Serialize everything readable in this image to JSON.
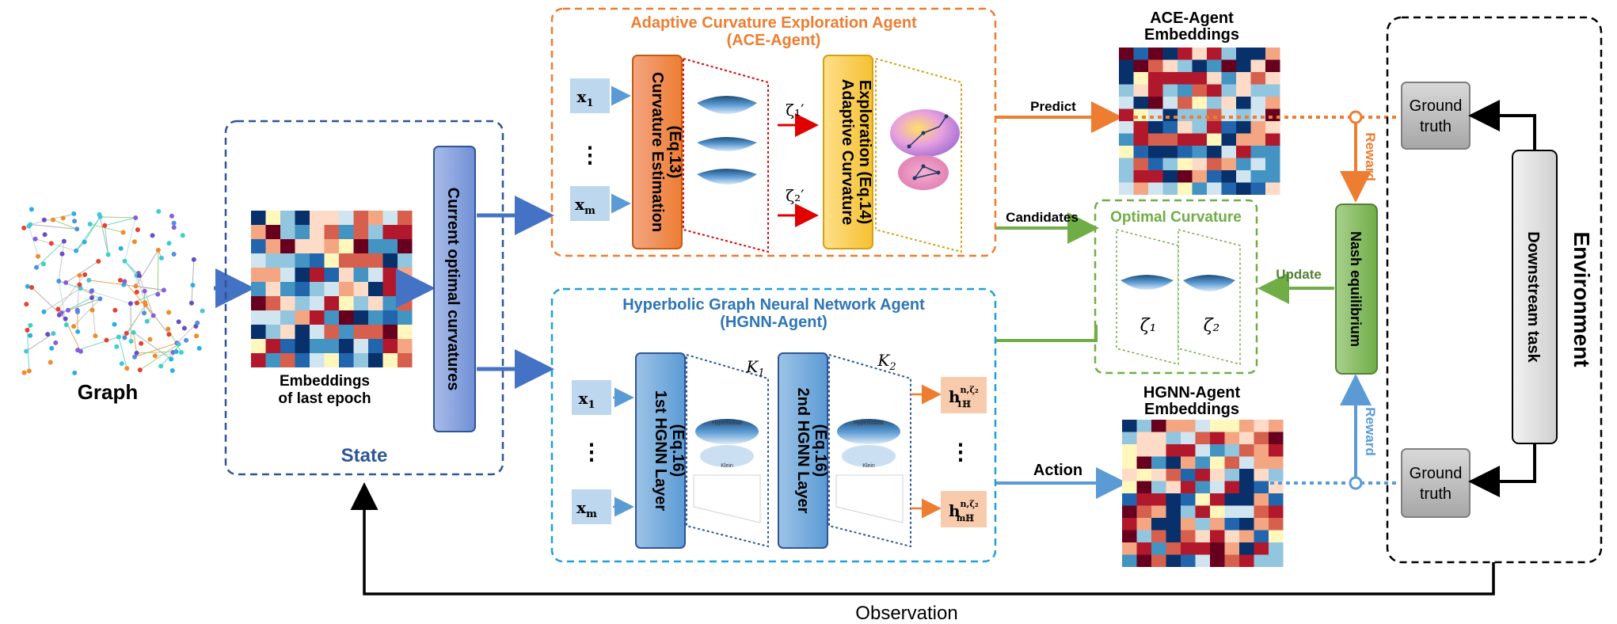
{
  "graph": {
    "label": "Graph"
  },
  "state": {
    "title": "State",
    "embeddings_label_1": "Embeddings",
    "embeddings_label_2": "of last epoch",
    "current_curvatures": "Current optimal curvatures"
  },
  "ace": {
    "title_1": "Adaptive Curvature Exploration Agent",
    "title_2": "(ACE-Agent)",
    "x1_main": "x",
    "x1_sub": "1",
    "xm_main": "x",
    "xm_sub": "m",
    "dots": "⋮",
    "curvature_estimation_1": "Curvature Estimation",
    "curvature_estimation_2": "(Eq.13)",
    "zeta1_label": "ζ₁′",
    "zeta2_label": "ζ₂′",
    "adaptive_exploration_1": "Adaptive Curvature",
    "adaptive_exploration_2": "Exploration (Eq.14)"
  },
  "hgnn": {
    "title_1": "Hyperbolic Graph Neural Network Agent",
    "title_2": "(HGNN-Agent)",
    "x1_main": "x",
    "x1_sub": "1",
    "xm_main": "x",
    "xm_sub": "m",
    "dots": "⋮",
    "layer1_1": "1st HGNN Layer",
    "layer1_2": "(Eq.16)",
    "layer2_1": "2nd HGNN Layer",
    "layer2_2": "(Eq.16)",
    "k1": "K",
    "k1_sub": "1",
    "k2": "K",
    "k2_sub": "2",
    "h1_main": "h",
    "h1_sup": "n,ζ₂",
    "h1_sub": "1ℍ",
    "hm_main": "h",
    "hm_sup": "n,ζ₂",
    "hm_sub": "mℍ",
    "hdots": "⋮",
    "hyperboloid_text": "Hyperboloid",
    "klein_text": "Klein"
  },
  "ace_embeddings": {
    "label_1": "ACE-Agent",
    "label_2": "Embeddings"
  },
  "hgnn_embeddings": {
    "label_1": "HGNN-Agent",
    "label_2": "Embeddings"
  },
  "optimal_curvature": {
    "title": "Optimal Curvature",
    "zeta1": "ζ₁",
    "zeta2": "ζ₂"
  },
  "arrows": {
    "predict": "Predict",
    "candidates": "Candidates",
    "action": "Action",
    "update": "Update",
    "reward_top": "Reward",
    "reward_bottom": "Reward",
    "observation": "Observation"
  },
  "nash": {
    "label": "Nash equilibrium"
  },
  "environment": {
    "label": "Environment",
    "ground_truth_top_1": "Ground",
    "ground_truth_top_2": "truth",
    "ground_truth_bottom_1": "Ground",
    "ground_truth_bottom_2": "truth",
    "downstream": "Downstream task"
  },
  "colors": {
    "state_blue": "#2f5597",
    "ace_orange": "#ed7d31",
    "hgnn_cyan": "#1e9fd8",
    "optimal_green": "#70ad47",
    "reward_blue": "#5b9bd5",
    "input_box": "#bdd7ee",
    "output_box": "#f8cbad"
  }
}
